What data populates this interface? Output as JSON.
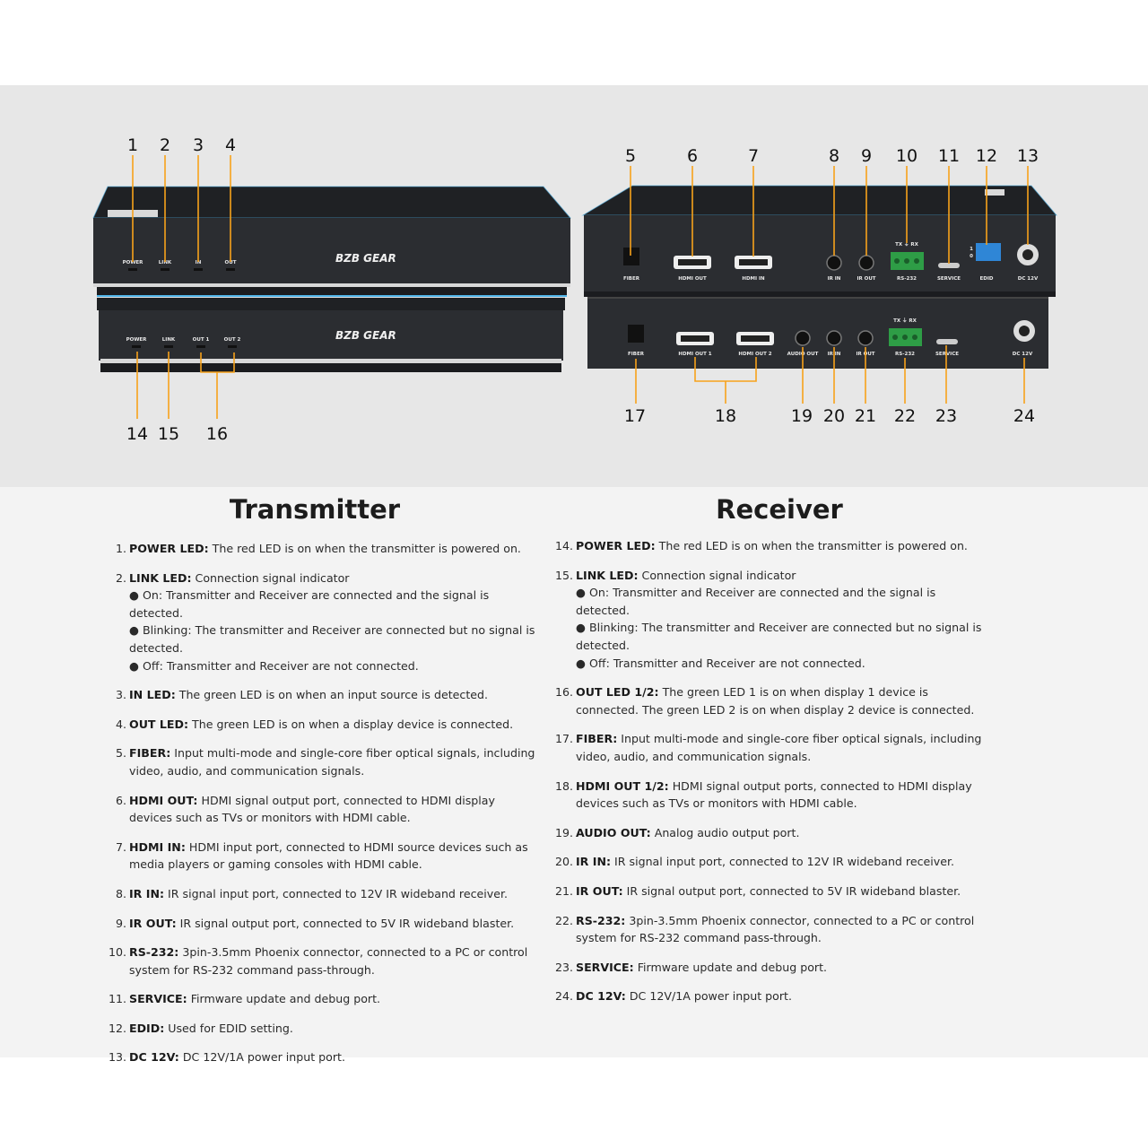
{
  "callouts": {
    "n1": "1",
    "n2": "2",
    "n3": "3",
    "n4": "4",
    "n5": "5",
    "n6": "6",
    "n7": "7",
    "n8": "8",
    "n9": "9",
    "n10": "10",
    "n11": "11",
    "n12": "12",
    "n13": "13",
    "n14": "14",
    "n15": "15",
    "n16": "16",
    "n17": "17",
    "n18": "18",
    "n19": "19",
    "n20": "20",
    "n21": "21",
    "n22": "22",
    "n23": "23",
    "n24": "24"
  },
  "device_labels": {
    "brand": "BZB GEAR",
    "tx_power": "POWER",
    "tx_link": "LINK",
    "tx_in": "IN",
    "tx_out": "OUT",
    "rx_power": "POWER",
    "rx_link": "LINK",
    "rx_out1": "OUT 1",
    "rx_out2": "OUT 2",
    "fiber": "FIBER",
    "hdmi_out": "HDMI OUT",
    "hdmi_in": "HDMI IN",
    "ir_in": "IR IN",
    "ir_out": "IR OUT",
    "rs232": "RS-232",
    "service": "SERVICE",
    "edid": "EDID",
    "dc12v": "DC 12V",
    "tx_rx": "TX ⏚ RX",
    "hdmi_out1": "HDMI OUT 1",
    "hdmi_out2": "HDMI OUT 2",
    "audio_out": "AUDIO OUT",
    "edid_1": "1",
    "edid_0": "0"
  },
  "colors": {
    "accent": "#f7a21b",
    "device_body": "#2b2d31",
    "device_trim": "#4fb3e6",
    "phoenix_green": "#2e9d46",
    "edid_blue": "#2f86d6"
  },
  "transmitter": {
    "title": "Transmitter",
    "items": [
      {
        "num": "1.",
        "label": "POWER LED:",
        "text": "The red LED is on when the transmitter is powered on."
      },
      {
        "num": "2.",
        "label": "LINK LED:",
        "text": "Connection signal indicator",
        "sub1": "● On: Transmitter and Receiver are connected and the signal is detected.",
        "sub2": "● Blinking: The transmitter and Receiver are connected but no signal is detected.",
        "sub3": "● Off: Transmitter and Receiver are not connected."
      },
      {
        "num": "3.",
        "label": "IN LED:",
        "text": "The green LED is on when an input source is detected."
      },
      {
        "num": "4.",
        "label": "OUT LED:",
        "text": "The green LED is on when a display device is connected."
      },
      {
        "num": "5.",
        "label": "FIBER:",
        "text": "Input multi-mode and single-core fiber optical signals, including video, audio, and communication signals."
      },
      {
        "num": "6.",
        "label": "HDMI OUT:",
        "text": "HDMI signal output port, connected to HDMI display devices such as TVs or monitors with HDMI cable."
      },
      {
        "num": "7.",
        "label": "HDMI IN:",
        "text": "HDMI input port, connected to HDMI source devices such as media players or gaming consoles with HDMI cable."
      },
      {
        "num": "8.",
        "label": "IR IN:",
        "text": "IR signal input port, connected to 12V IR wideband receiver."
      },
      {
        "num": "9.",
        "label": "IR OUT:",
        "text": "IR signal output port, connected to 5V IR wideband blaster."
      },
      {
        "num": "10.",
        "label": "RS-232:",
        "text": "3pin-3.5mm Phoenix connector, connected to a PC or control system for RS-232 command pass-through."
      },
      {
        "num": "11.",
        "label": "SERVICE:",
        "text": "Firmware update and debug port."
      },
      {
        "num": "12.",
        "label": "EDID:",
        "text": "Used for EDID setting."
      },
      {
        "num": "13.",
        "label": "DC 12V:",
        "text": "DC 12V/1A power input port."
      }
    ]
  },
  "receiver": {
    "title": "Receiver",
    "items": [
      {
        "num": "14.",
        "label": "POWER LED:",
        "text": "The red LED is on when the transmitter is powered on."
      },
      {
        "num": "15.",
        "label": "LINK LED:",
        "text": "Connection signal indicator",
        "sub1": "● On: Transmitter and Receiver are connected and the signal is detected.",
        "sub2": "● Blinking: The transmitter and Receiver are connected but no signal is detected.",
        "sub3": "● Off: Transmitter and Receiver are not connected."
      },
      {
        "num": "16.",
        "label": "OUT LED 1/2:",
        "text": "The green LED 1 is on when display 1 device is connected. The green LED 2 is on when display 2 device is connected."
      },
      {
        "num": "17.",
        "label": "FIBER:",
        "text": "Input multi-mode and single-core fiber optical signals, including video, audio, and communication signals."
      },
      {
        "num": "18.",
        "label": "HDMI OUT 1/2:",
        "text": "HDMI signal output ports, connected to HDMI display devices such as TVs or monitors with HDMI cable."
      },
      {
        "num": "19.",
        "label": "AUDIO OUT:",
        "text": "Analog audio output port."
      },
      {
        "num": "20.",
        "label": "IR IN:",
        "text": "IR signal input port, connected to 12V IR wideband receiver."
      },
      {
        "num": "21.",
        "label": "IR OUT:",
        "text": "IR signal output port, connected to 5V IR wideband blaster."
      },
      {
        "num": "22.",
        "label": "RS-232:",
        "text": "3pin-3.5mm Phoenix connector, connected to a PC or control system for RS-232 command pass-through."
      },
      {
        "num": "23.",
        "label": "SERVICE:",
        "text": "Firmware update and debug port."
      },
      {
        "num": "24.",
        "label": "DC 12V:",
        "text": "DC 12V/1A power input port."
      }
    ]
  }
}
